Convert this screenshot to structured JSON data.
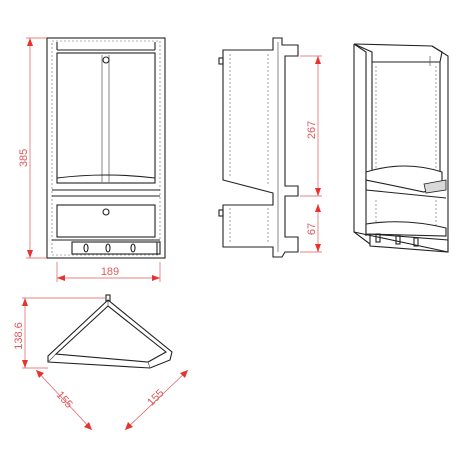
{
  "dimensions": {
    "front_height": "385",
    "front_width": "189",
    "side_upper": "267",
    "side_lower": "67",
    "top_depth": "138.6",
    "top_leg_left": "155",
    "top_leg_right": "155"
  },
  "colors": {
    "dimension": "#e05a5a",
    "arrow": "#e8322f",
    "outline": "#222222"
  }
}
